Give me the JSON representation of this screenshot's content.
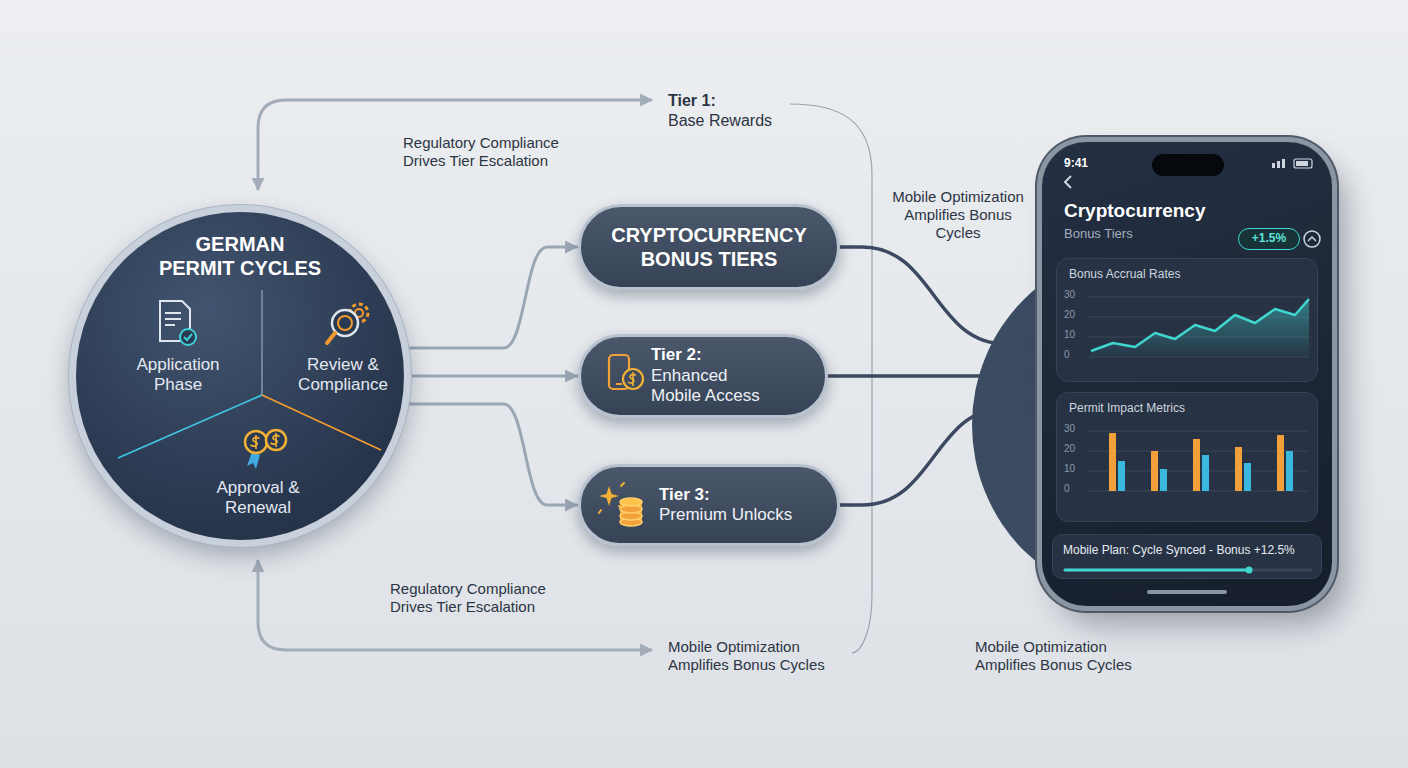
{
  "diagram": {
    "nodes": [
      {
        "text": [
          "GERMAN PERMIT CYCLES"
        ]
      },
      {
        "text": [
          "Application Phase"
        ],
        "in": 0
      },
      {
        "text": [
          "Review & Compliance"
        ],
        "in": 0
      },
      {
        "text": [
          "Approval & Renewal"
        ],
        "in": 0
      },
      {
        "text": [
          "CRYPTOCURRENCY BONUS TIERS"
        ]
      },
      {
        "text": [
          "Tier 2:",
          "Enhanced Mobile Access"
        ]
      },
      {
        "text": [
          "Tier 3:",
          "Premium Unlocks"
        ]
      },
      {
        "text": [
          "9:41",
          "Cryptocurrency",
          "Bonus Tiers"
        ]
      },
      {
        "text": [
          "+1.5%"
        ],
        "in": 7
      },
      {
        "text": [
          "Bonus Accrual Rates"
        ],
        "in": 7
      },
      {
        "text": [
          "Permit Impact Metrics"
        ],
        "in": 7
      },
      {
        "text": [
          "Mobile Plan: Cycle Synced - Bonus +12.5%"
        ],
        "in": 7
      }
    ],
    "edges": [
      {
        "from": 0,
        "to": 4,
        "arrow": "to"
      },
      {
        "from": 0,
        "to": 5,
        "arrow": "to"
      },
      {
        "from": 0,
        "to": 6,
        "arrow": "to"
      },
      {
        "from": 4,
        "to": 7,
        "arrow": "to"
      },
      {
        "from": 5,
        "to": 7,
        "arrow": "to"
      },
      {
        "from": 6,
        "to": 7,
        "arrow": "to"
      }
    ],
    "labels": [
      "Tier 1:",
      "Base Rewards",
      "Regulatory Compliance Drives Tier Escalation",
      "Mobile Optimization Amplifies Bonus Cycles",
      "30",
      "20",
      "10",
      "0",
      "30",
      "20",
      "10",
      "0",
      "Regulatory Compliance Drives Tier Escalation",
      "Mobile Optimization Amplifies Bonus Cycles",
      "Mobile Optimization Amplifies Bonus Cycles"
    ]
  }
}
